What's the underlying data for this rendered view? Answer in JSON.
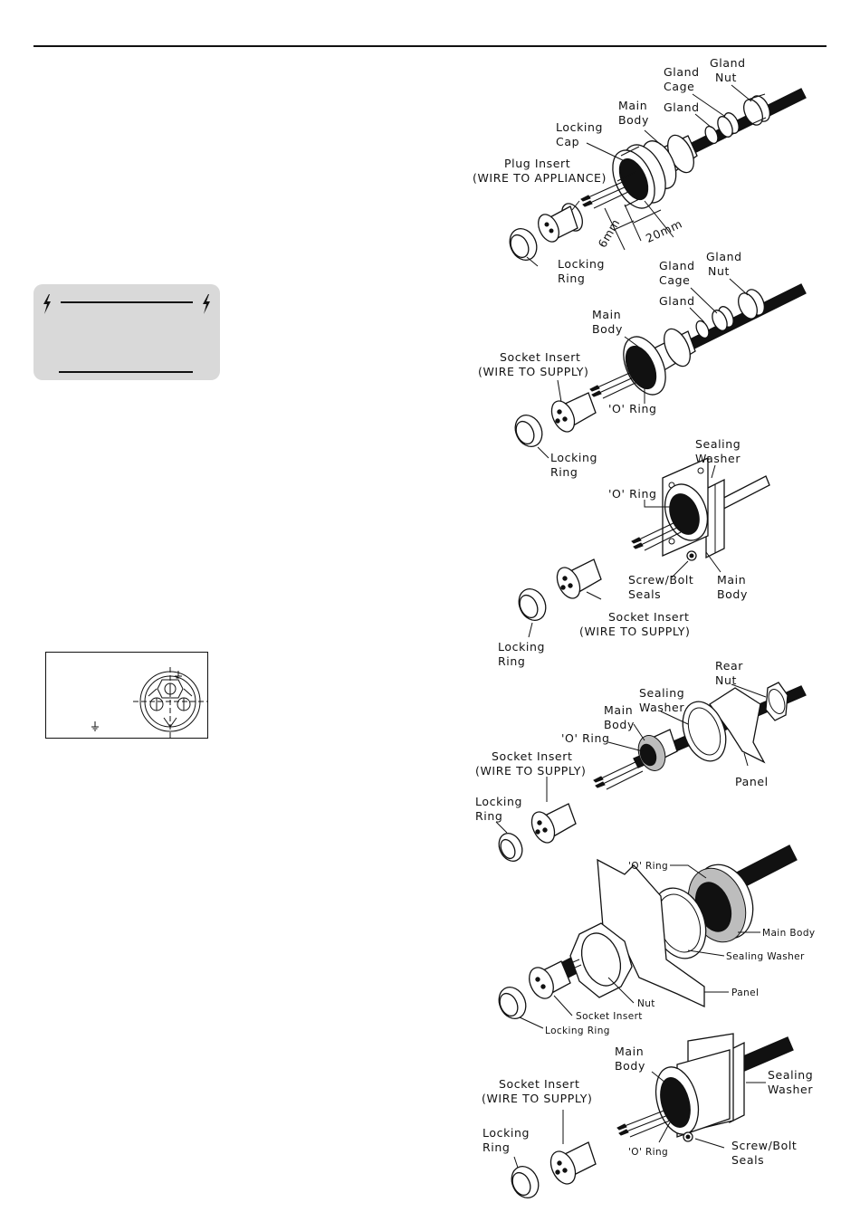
{
  "figures": {
    "fig1": {
      "gland_nut": [
        "Gland",
        "Nut"
      ],
      "gland_cage": [
        "Gland",
        "Cage"
      ],
      "gland": "Gland",
      "main_body": [
        "Main",
        "Body"
      ],
      "locking_cap": [
        "Locking",
        "Cap"
      ],
      "plug_insert": [
        "Plug Insert",
        "(WIRE TO APPLIANCE)"
      ],
      "dim_short": "6mm",
      "dim_long": "20mm",
      "locking_ring": [
        "Locking",
        "Ring"
      ]
    },
    "fig2": {
      "gland_nut": [
        "Gland",
        "Nut"
      ],
      "gland_cage": [
        "Gland",
        "Cage"
      ],
      "gland": "Gland",
      "main_body": [
        "Main",
        "Body"
      ],
      "socket_insert": [
        "Socket Insert",
        "(WIRE TO SUPPLY)"
      ],
      "o_ring": "'O' Ring",
      "locking_ring": [
        "Locking",
        "Ring"
      ]
    },
    "fig3": {
      "sealing_washer": [
        "Sealing",
        "Washer"
      ],
      "o_ring": "'O' Ring",
      "screw_bolt_seals": [
        "Screw/Bolt",
        "Seals"
      ],
      "main_body": [
        "Main",
        "Body"
      ],
      "socket_insert": [
        "Socket Insert",
        "(WIRE TO SUPPLY)"
      ],
      "locking_ring": [
        "Locking",
        "Ring"
      ]
    },
    "fig4": {
      "rear_nut": [
        "Rear",
        "Nut"
      ],
      "sealing_washer": [
        "Sealing",
        "Washer"
      ],
      "main_body": [
        "Main",
        "Body"
      ],
      "o_ring": "'O' Ring",
      "socket_insert": [
        "Socket Insert",
        "(WIRE TO SUPPLY)"
      ],
      "panel": "Panel",
      "locking_ring": [
        "Locking",
        "Ring"
      ]
    },
    "fig5": {
      "o_ring": "'O' Ring",
      "main_body": "Main Body",
      "sealing_washer": "Sealing Washer",
      "panel": "Panel",
      "nut": "Nut",
      "socket_insert": "Socket Insert",
      "locking_ring": "Locking Ring"
    },
    "fig6": {
      "main_body": [
        "Main",
        "Body"
      ],
      "socket_insert": [
        "Socket Insert",
        "(WIRE TO SUPPLY)"
      ],
      "sealing_washer": [
        "Sealing",
        "Washer"
      ],
      "locking_ring": [
        "Locking",
        "Ring"
      ],
      "o_ring": "'O' Ring",
      "screw_bolt_seals": [
        "Screw/Bolt",
        "Seals"
      ]
    }
  },
  "icons": {
    "warning_bolt": "lightning-bolt-icon",
    "earth_symbol": "earth-ground-icon"
  },
  "colors": {
    "ink": "#111111",
    "warning_box_bg": "#d9d9d9"
  }
}
